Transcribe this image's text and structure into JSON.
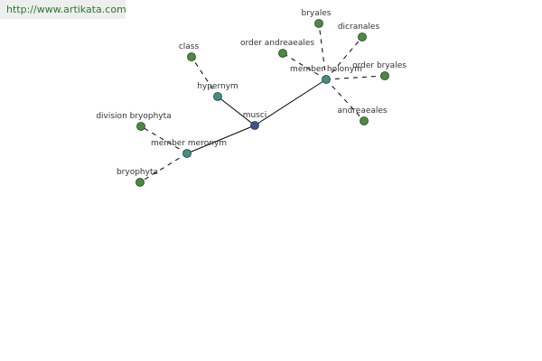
{
  "site_url": "http://www.artikata.com",
  "colors": {
    "root": "#3d4f9a",
    "relation": "#3f8f8a",
    "leaf": "#4d8a3d",
    "outline": "#2b3b2b",
    "edge": "#000000"
  },
  "nodes": [
    {
      "id": "musci",
      "label": "musci",
      "kind": "root"
    },
    {
      "id": "hypernym",
      "label": "hypernym",
      "kind": "relation"
    },
    {
      "id": "member_holonym",
      "label": "member holonym",
      "kind": "relation"
    },
    {
      "id": "member_meronym",
      "label": "member meronym",
      "kind": "relation"
    },
    {
      "id": "class",
      "label": "class",
      "kind": "leaf"
    },
    {
      "id": "bryales",
      "label": "bryales",
      "kind": "leaf"
    },
    {
      "id": "dicranales",
      "label": "dicranales",
      "kind": "leaf"
    },
    {
      "id": "order_andreaeales",
      "label": "order andreaeales",
      "kind": "leaf"
    },
    {
      "id": "order_bryales",
      "label": "order bryales",
      "kind": "leaf"
    },
    {
      "id": "andreaeales",
      "label": "andreaeales",
      "kind": "leaf"
    },
    {
      "id": "division_bryophyta",
      "label": "division bryophyta",
      "kind": "leaf"
    },
    {
      "id": "bryophyta",
      "label": "bryophyta",
      "kind": "leaf"
    }
  ],
  "edges": [
    {
      "from": "musci",
      "to": "hypernym",
      "style": "solid"
    },
    {
      "from": "musci",
      "to": "member_holonym",
      "style": "solid"
    },
    {
      "from": "musci",
      "to": "member_meronym",
      "style": "solid"
    },
    {
      "from": "hypernym",
      "to": "class",
      "style": "dashed"
    },
    {
      "from": "member_holonym",
      "to": "bryales",
      "style": "dashed"
    },
    {
      "from": "member_holonym",
      "to": "dicranales",
      "style": "dashed"
    },
    {
      "from": "member_holonym",
      "to": "order_andreaeales",
      "style": "dashed"
    },
    {
      "from": "member_holonym",
      "to": "order_bryales",
      "style": "dashed"
    },
    {
      "from": "member_holonym",
      "to": "andreaeales",
      "style": "dashed"
    },
    {
      "from": "member_meronym",
      "to": "division_bryophyta",
      "style": "dashed"
    },
    {
      "from": "member_meronym",
      "to": "bryophyta",
      "style": "dashed"
    }
  ]
}
